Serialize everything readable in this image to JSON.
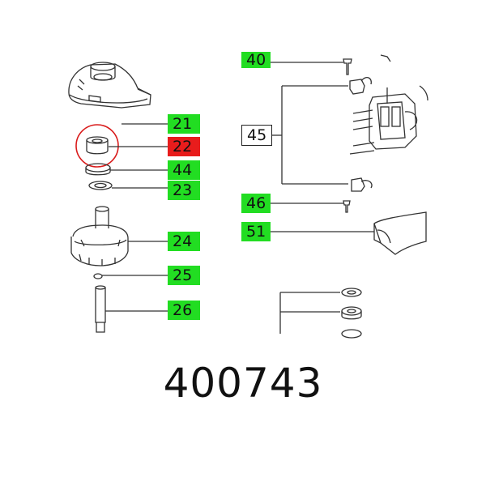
{
  "callouts": {
    "c40": {
      "label": "40",
      "color": "#22dd22"
    },
    "c21": {
      "label": "21",
      "color": "#22dd22"
    },
    "c22": {
      "label": "22",
      "color": "#e81c1c"
    },
    "c44": {
      "label": "44",
      "color": "#22dd22"
    },
    "c23": {
      "label": "23",
      "color": "#22dd22"
    },
    "c45": {
      "label": "45"
    },
    "c46": {
      "label": "46",
      "color": "#22dd22"
    },
    "c51": {
      "label": "51",
      "color": "#22dd22"
    },
    "c24": {
      "label": "24",
      "color": "#22dd22"
    },
    "c25": {
      "label": "25",
      "color": "#22dd22"
    },
    "c26": {
      "label": "26",
      "color": "#22dd22"
    }
  },
  "highlight": {
    "part": "22",
    "color": "#e81c1c"
  },
  "part_number": "400743",
  "colors": {
    "line": "#333333",
    "highlight_green": "#22dd22",
    "highlight_red": "#e81c1c"
  }
}
